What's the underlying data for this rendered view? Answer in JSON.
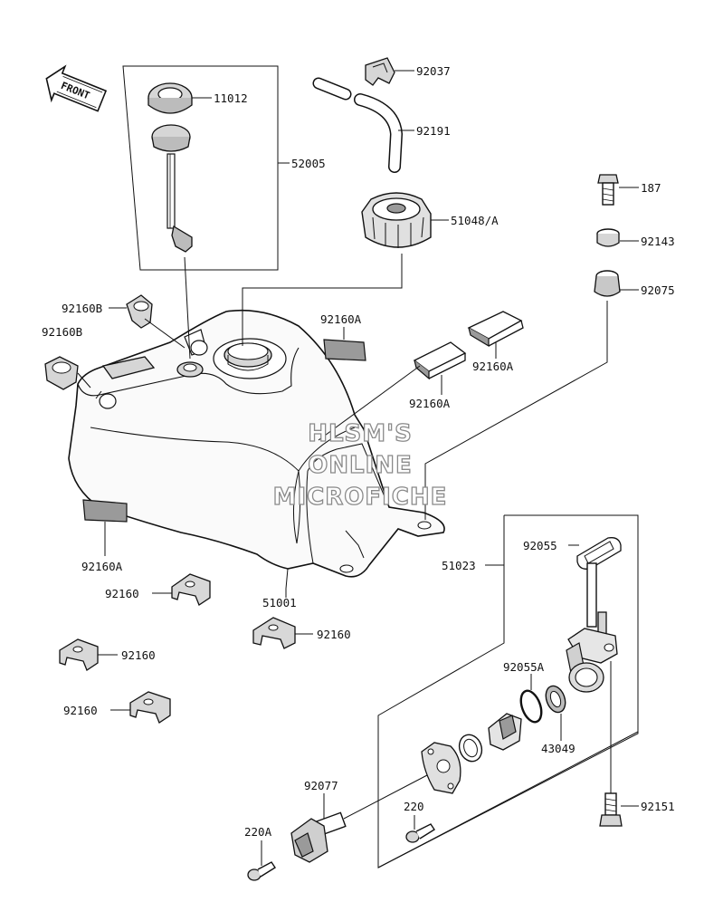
{
  "diagram": {
    "front_indicator": "FRONT",
    "watermark": [
      "HLSM'S",
      "ONLINE",
      "MICROFICHE"
    ],
    "callouts": [
      {
        "id": "c-11012",
        "label": "11012"
      },
      {
        "id": "c-52005",
        "label": "52005"
      },
      {
        "id": "c-92037",
        "label": "92037"
      },
      {
        "id": "c-92191",
        "label": "92191"
      },
      {
        "id": "c-51048",
        "label": "51048/A"
      },
      {
        "id": "c-187",
        "label": "187"
      },
      {
        "id": "c-92143",
        "label": "92143"
      },
      {
        "id": "c-92075",
        "label": "92075"
      },
      {
        "id": "c-92160b1",
        "label": "92160B"
      },
      {
        "id": "c-92160b2",
        "label": "92160B"
      },
      {
        "id": "c-92160a1",
        "label": "92160A"
      },
      {
        "id": "c-92160a2",
        "label": "92160A"
      },
      {
        "id": "c-92160a3",
        "label": "92160A"
      },
      {
        "id": "c-92160a4",
        "label": "92160A"
      },
      {
        "id": "c-51001",
        "label": "51001"
      },
      {
        "id": "c-51023",
        "label": "51023"
      },
      {
        "id": "c-92055",
        "label": "92055"
      },
      {
        "id": "c-92055a",
        "label": "92055A"
      },
      {
        "id": "c-43049",
        "label": "43049"
      },
      {
        "id": "c-92160-1",
        "label": "92160"
      },
      {
        "id": "c-92160-2",
        "label": "92160"
      },
      {
        "id": "c-92160-3",
        "label": "92160"
      },
      {
        "id": "c-92160-4",
        "label": "92160"
      },
      {
        "id": "c-92077",
        "label": "92077"
      },
      {
        "id": "c-220",
        "label": "220"
      },
      {
        "id": "c-220a",
        "label": "220A"
      },
      {
        "id": "c-92151",
        "label": "92151"
      }
    ]
  }
}
